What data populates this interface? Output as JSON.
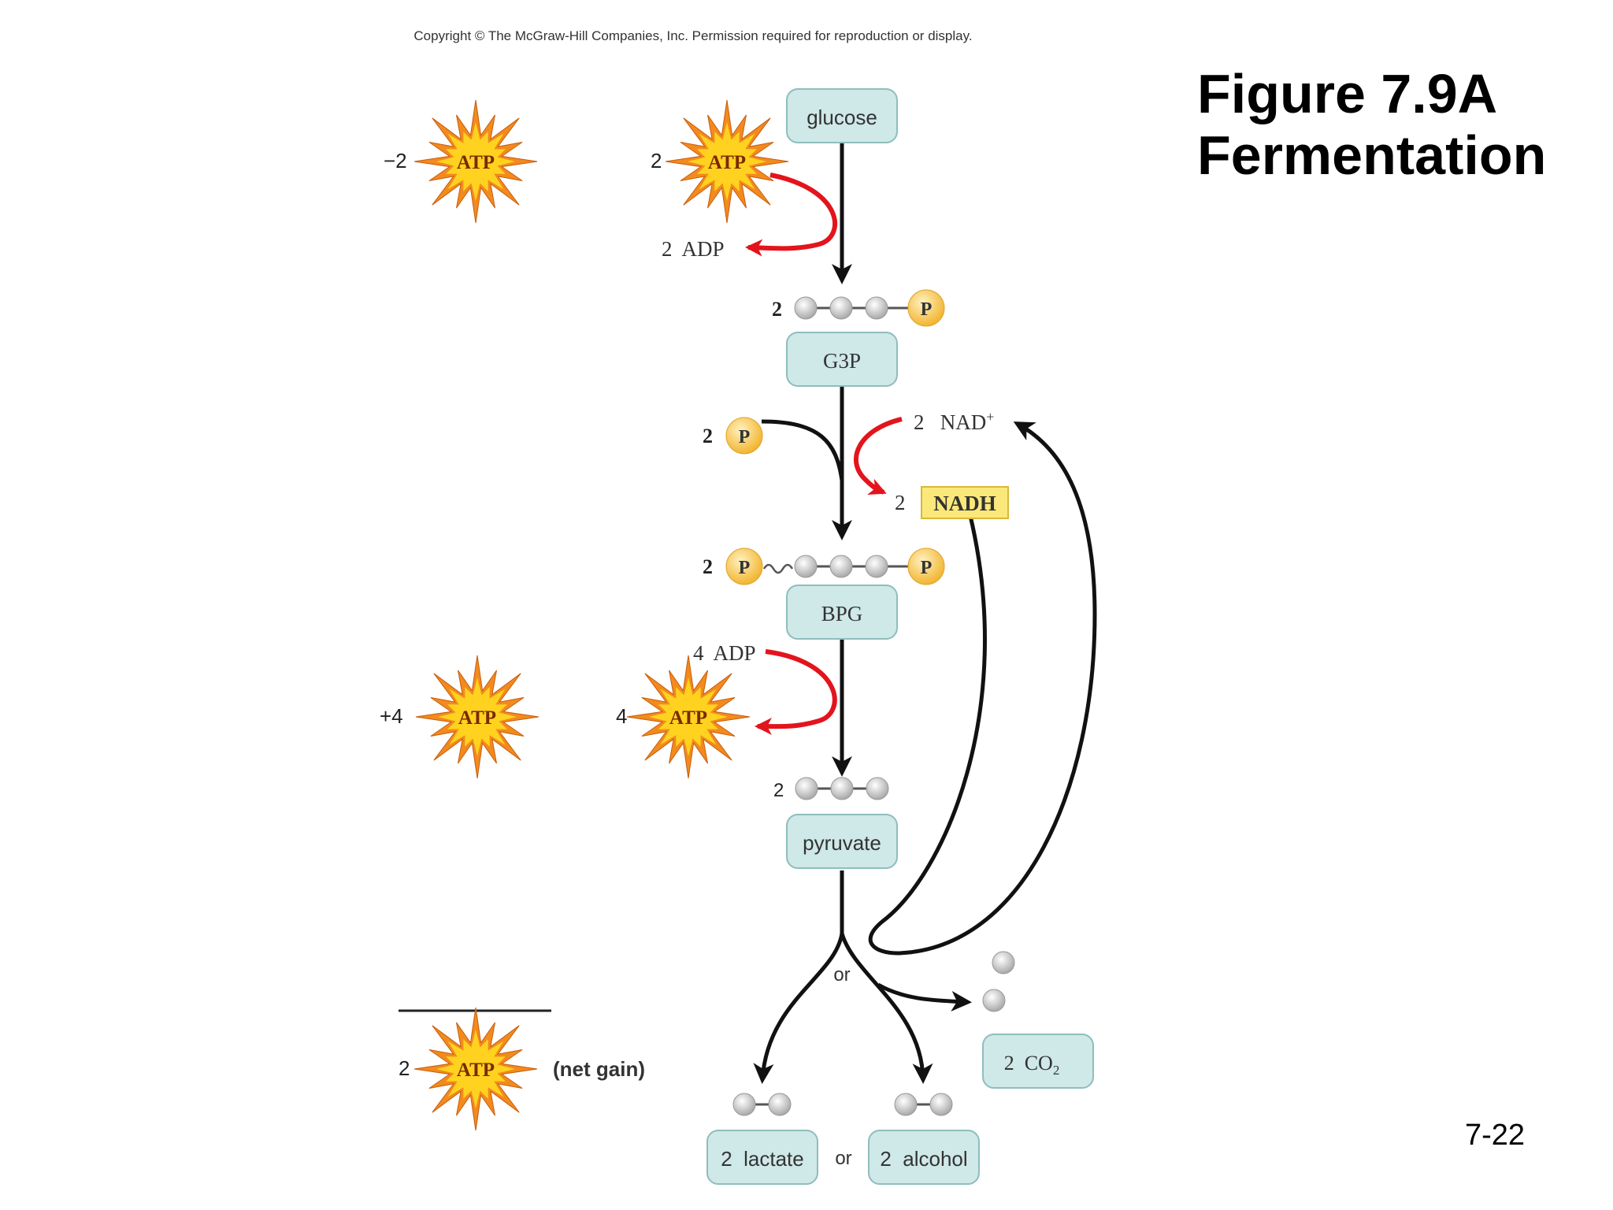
{
  "copyright": "Copyright © The McGraw-Hill Companies, Inc. Permission required for reproduction or display.",
  "title": "Figure 7.9A\nFermentation",
  "slide_number": "7-22",
  "colors": {
    "box_fill": "#cfe8e8",
    "box_stroke": "#8fbdbd",
    "phosphate_fill": "#f7c74f",
    "nadh_fill": "#fbe87a",
    "arrow_red": "#e3141c",
    "arrow_black": "#111111",
    "atp_outer": "#f28a1e",
    "atp_inner": "#ffd21f",
    "carbon": "#d6d6d6"
  },
  "molecules": {
    "glucose": "glucose",
    "g3p": "G3P",
    "bpg": "BPG",
    "pyruvate": "pyruvate",
    "lactate": "2  lactate",
    "alcohol": "2  alcohol",
    "co2": "2  CO",
    "co2_sub": "2",
    "or_middle": "or",
    "or_bottom": "or"
  },
  "atp": {
    "label": "ATP",
    "ledger_invest": "−2",
    "ledger_gain": "+4",
    "ledger_net": "2",
    "net_gain_label": "(net gain)",
    "step_invest_count": "2",
    "step_gain_count": "4"
  },
  "cofactors": {
    "adp_invest": "2  ADP",
    "adp_gain": "4  ADP",
    "nad_plus": "2   NAD",
    "nad_plus_sup": "+",
    "nadh_count": "2",
    "nadh": "NADH",
    "phosphate": "P",
    "phosphate_count": "2",
    "g3p_count": "2",
    "bpg_count": "2",
    "pyruvate_count": "2"
  }
}
